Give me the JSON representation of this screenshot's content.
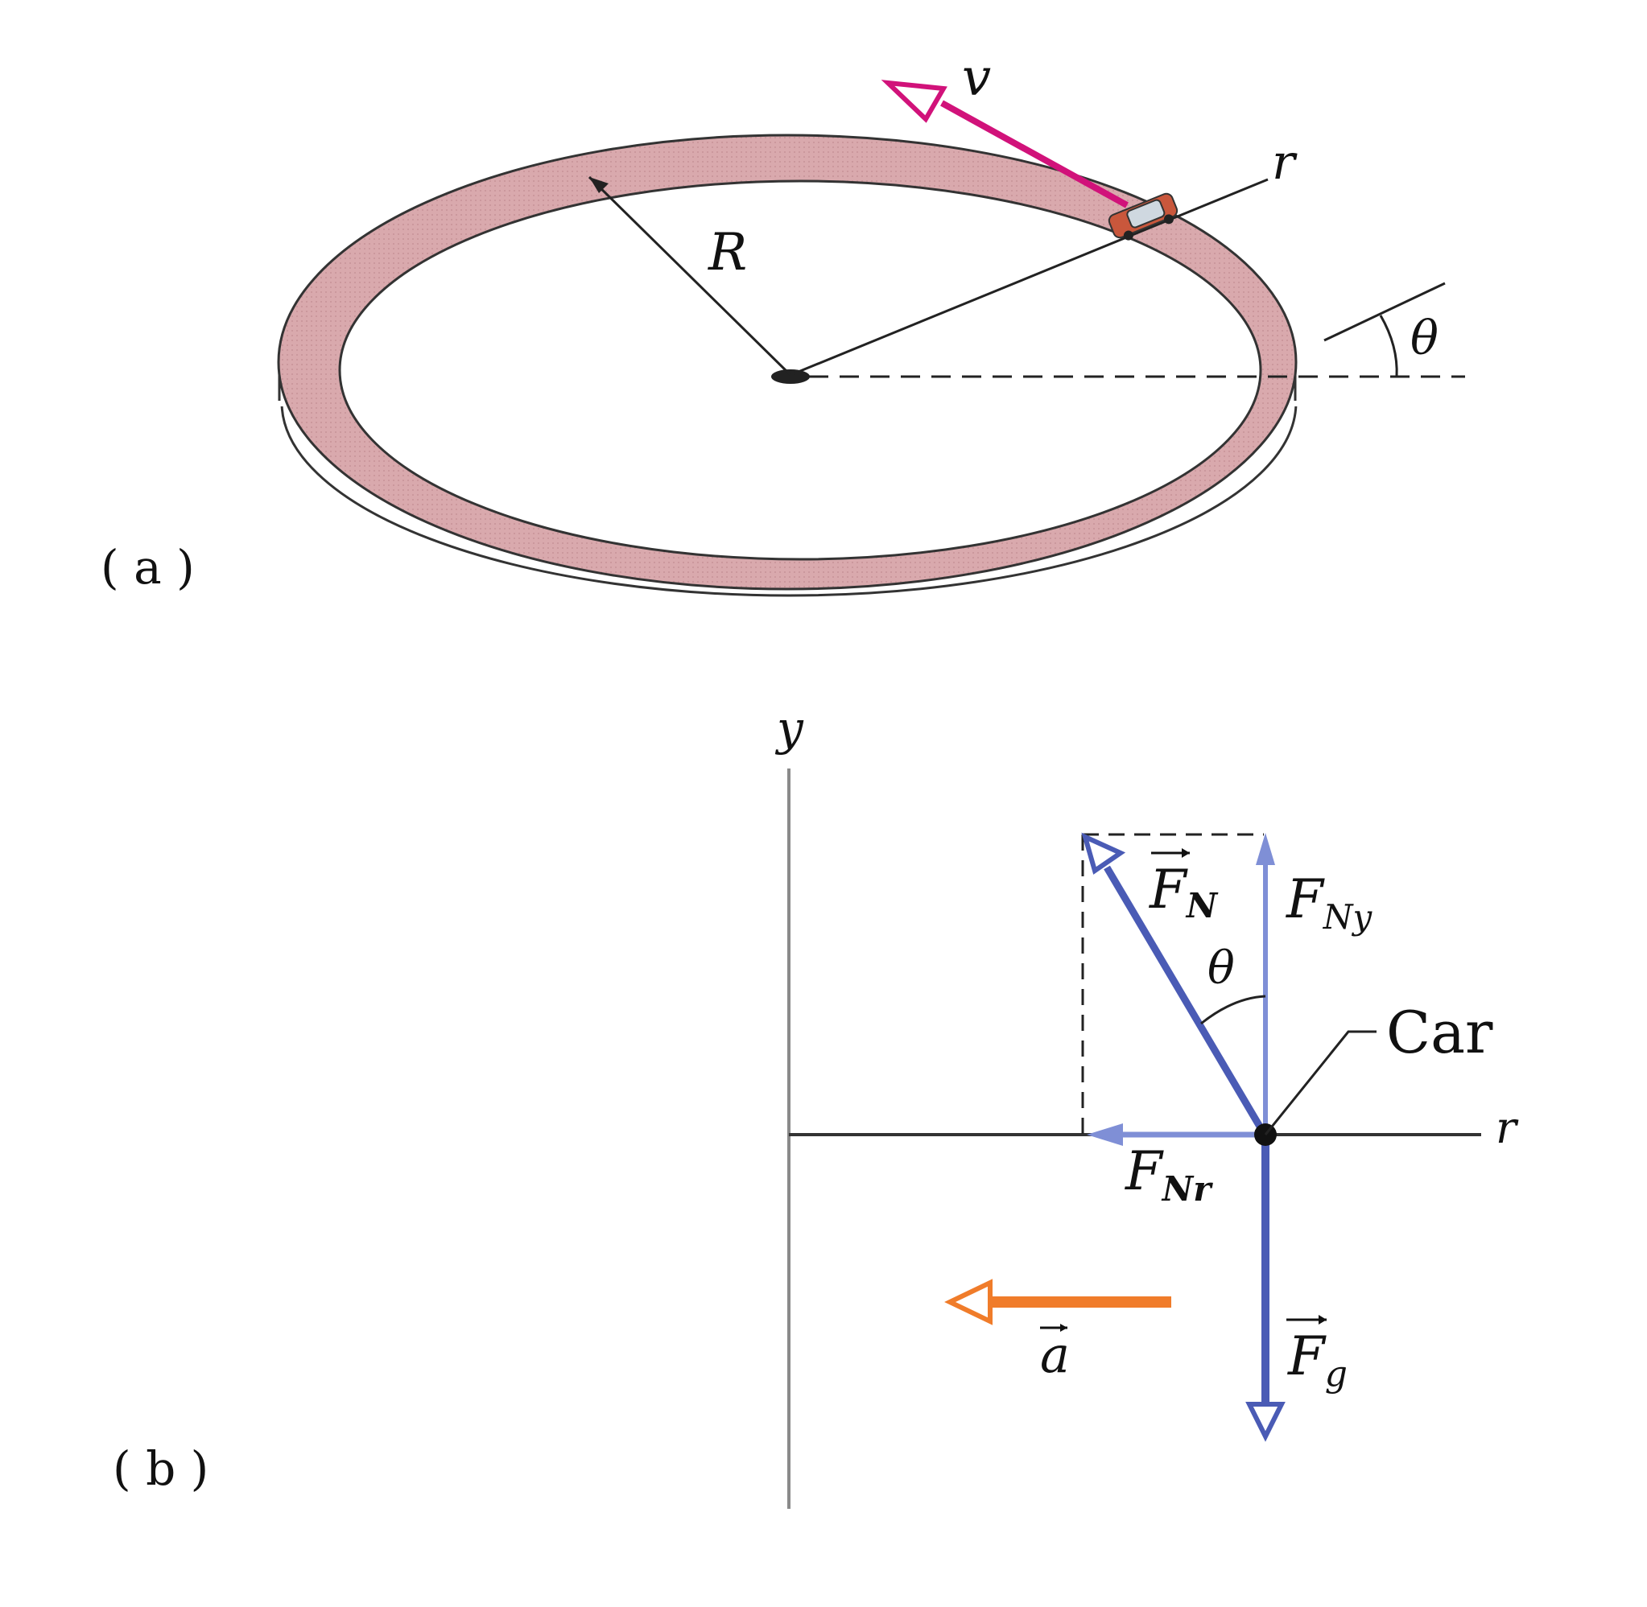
{
  "panel_a": {
    "label": "( a )",
    "velocity_label": "v",
    "radius_label": "R",
    "radial_axis_label": "r",
    "angle_label": "θ"
  },
  "panel_b": {
    "label": "( b )",
    "y_axis_label": "y",
    "r_axis_label": "r",
    "normal_force": {
      "symbol": "F",
      "subscript": "N"
    },
    "normal_y": {
      "symbol": "F",
      "subscript": "Ny"
    },
    "normal_r": {
      "symbol": "F",
      "subscript": "Nr"
    },
    "gravity": {
      "symbol": "F",
      "subscript": "g"
    },
    "acceleration": "a",
    "angle_label": "θ",
    "car_label": "Car"
  },
  "colors": {
    "track": "#d9a9ad",
    "velocity": "#d1127a",
    "force": "#4a5bb5",
    "force_component": "#7f8fd6",
    "acceleration": "#f07c2a"
  }
}
